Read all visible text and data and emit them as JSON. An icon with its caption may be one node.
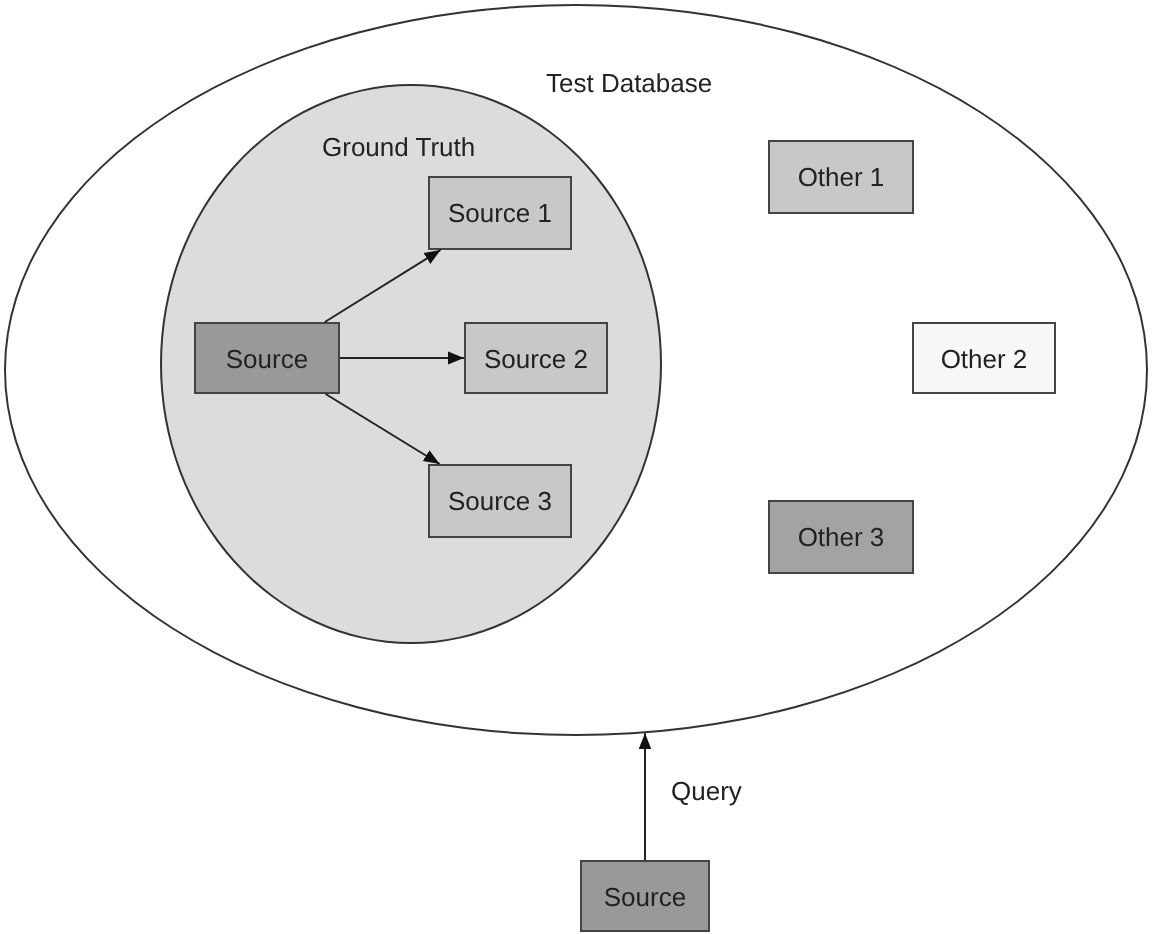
{
  "diagram": {
    "nodes": [
      {
        "text": [
          "Test Database"
        ]
      },
      {
        "text": [
          "Ground Truth"
        ],
        "in": 0
      },
      {
        "text": [
          "Source"
        ],
        "in": 1
      },
      {
        "text": [
          "Source 1"
        ],
        "in": 1
      },
      {
        "text": [
          "Source 2"
        ],
        "in": 1
      },
      {
        "text": [
          "Source 3"
        ],
        "in": 1
      },
      {
        "text": [
          "Other 1"
        ],
        "in": 0
      },
      {
        "text": [
          "Other 2"
        ],
        "in": 0
      },
      {
        "text": [
          "Other 3"
        ],
        "in": 0
      },
      {
        "text": [
          "Source"
        ]
      }
    ],
    "edges": [
      {
        "from": 2,
        "to": 3,
        "arrow": "to"
      },
      {
        "from": 2,
        "to": 4,
        "arrow": "to"
      },
      {
        "from": 2,
        "to": 5,
        "arrow": "to"
      },
      {
        "from": 9,
        "to": 0,
        "arrow": "to",
        "label": "Query"
      }
    ]
  }
}
